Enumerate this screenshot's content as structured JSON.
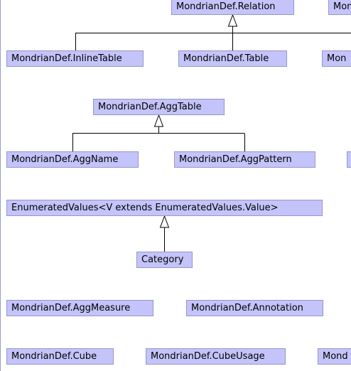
{
  "colors": {
    "box_fill": "#c4c4fa",
    "box_border": "#9696cc",
    "line": "#000000",
    "frame_border": "#9a9ac8"
  },
  "classes": {
    "relation": "MondrianDef.Relation",
    "relation_sibling_partial": "Mon",
    "inline_table": "MondrianDef.InlineTable",
    "table": "MondrianDef.Table",
    "relation_child_partial": "Mon",
    "agg_table": "MondrianDef.AggTable",
    "agg_name": "MondrianDef.AggName",
    "agg_pattern": "MondrianDef.AggPattern",
    "enumerated_values": "EnumeratedValues<V extends EnumeratedValues.Value>",
    "category": "Category",
    "agg_measure": "MondrianDef.AggMeasure",
    "annotation": "MondrianDef.Annotation",
    "cube": "MondrianDef.Cube",
    "cube_usage": "MondrianDef.CubeUsage",
    "cube_sibling_partial": "Mond"
  }
}
